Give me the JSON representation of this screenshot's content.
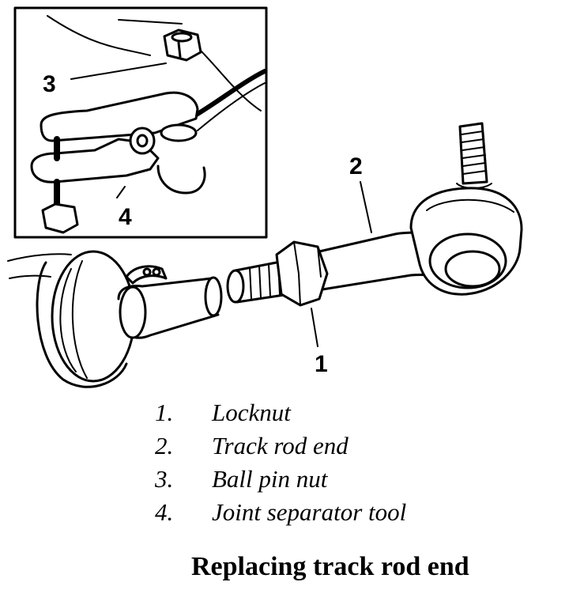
{
  "callouts": {
    "c1": "1",
    "c2": "2",
    "c3": "3",
    "c4": "4"
  },
  "legend": [
    {
      "num": "1.",
      "label": "Locknut"
    },
    {
      "num": "2.",
      "label": "Track rod end"
    },
    {
      "num": "3.",
      "label": "Ball pin nut"
    },
    {
      "num": "4.",
      "label": "Joint separator tool"
    }
  ],
  "caption": "Replacing track rod end"
}
